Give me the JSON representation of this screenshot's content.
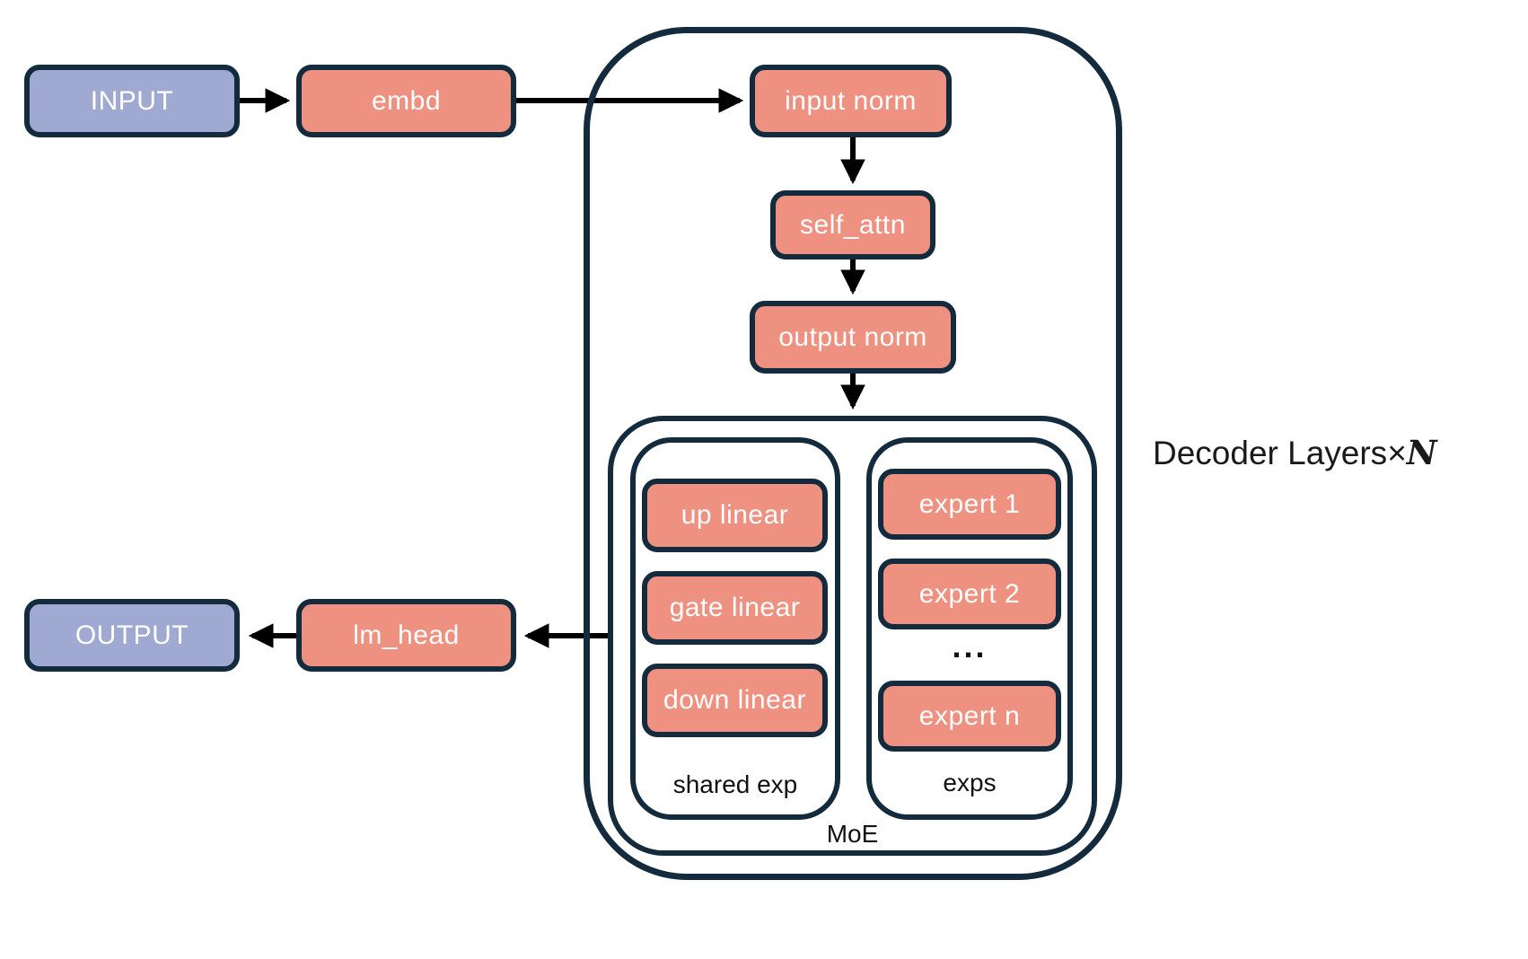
{
  "diagram": {
    "input_label": "INPUT",
    "embd_label": "embd",
    "output_label": "OUTPUT",
    "lm_head_label": "lm_head",
    "decoder": {
      "title_prefix": "Decoder Layers",
      "title_times": "×",
      "title_n": "N",
      "input_norm_label": "input norm",
      "self_attn_label": "self_attn",
      "output_norm_label": "output norm",
      "moe": {
        "label": "MoE",
        "shared_exp": {
          "label": "shared exp",
          "boxes": [
            "up linear",
            "gate linear",
            "down linear"
          ]
        },
        "exps": {
          "label": "exps",
          "boxes": [
            "expert 1",
            "expert 2",
            "expert n"
          ],
          "ellipsis": "..."
        }
      }
    },
    "colors": {
      "block_salmon": "#EF9180",
      "block_purple": "#A0A9D2",
      "outline_navy": "#132B3D",
      "arrow_black": "#000000",
      "background": "#FFFFFF"
    }
  }
}
